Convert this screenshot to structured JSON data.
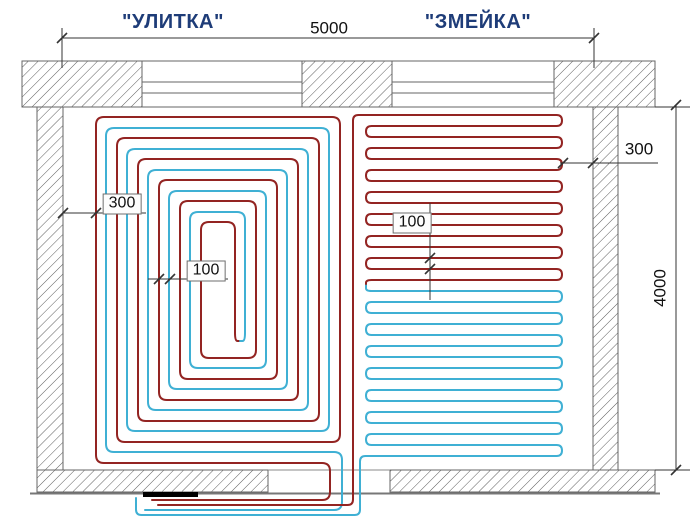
{
  "titles": {
    "left": "\"УЛИТКА\"",
    "right": "\"ЗМЕЙКА\""
  },
  "dimensions": {
    "total_width": "5000",
    "total_height": "4000",
    "spiral_edge_gap": "300",
    "spiral_pipe_spacing": "100",
    "serpentine_pipe_spacing": "100",
    "serpentine_edge_gap": "300"
  },
  "colors": {
    "supply_pipe": "#932422",
    "return_pipe": "#3fb0d4",
    "title_text": "#1e3c78",
    "dimension_text": "#1a1a1a",
    "wall_line": "#666666",
    "hatch_line": "#4a4a4a",
    "manifold": "#000000"
  }
}
